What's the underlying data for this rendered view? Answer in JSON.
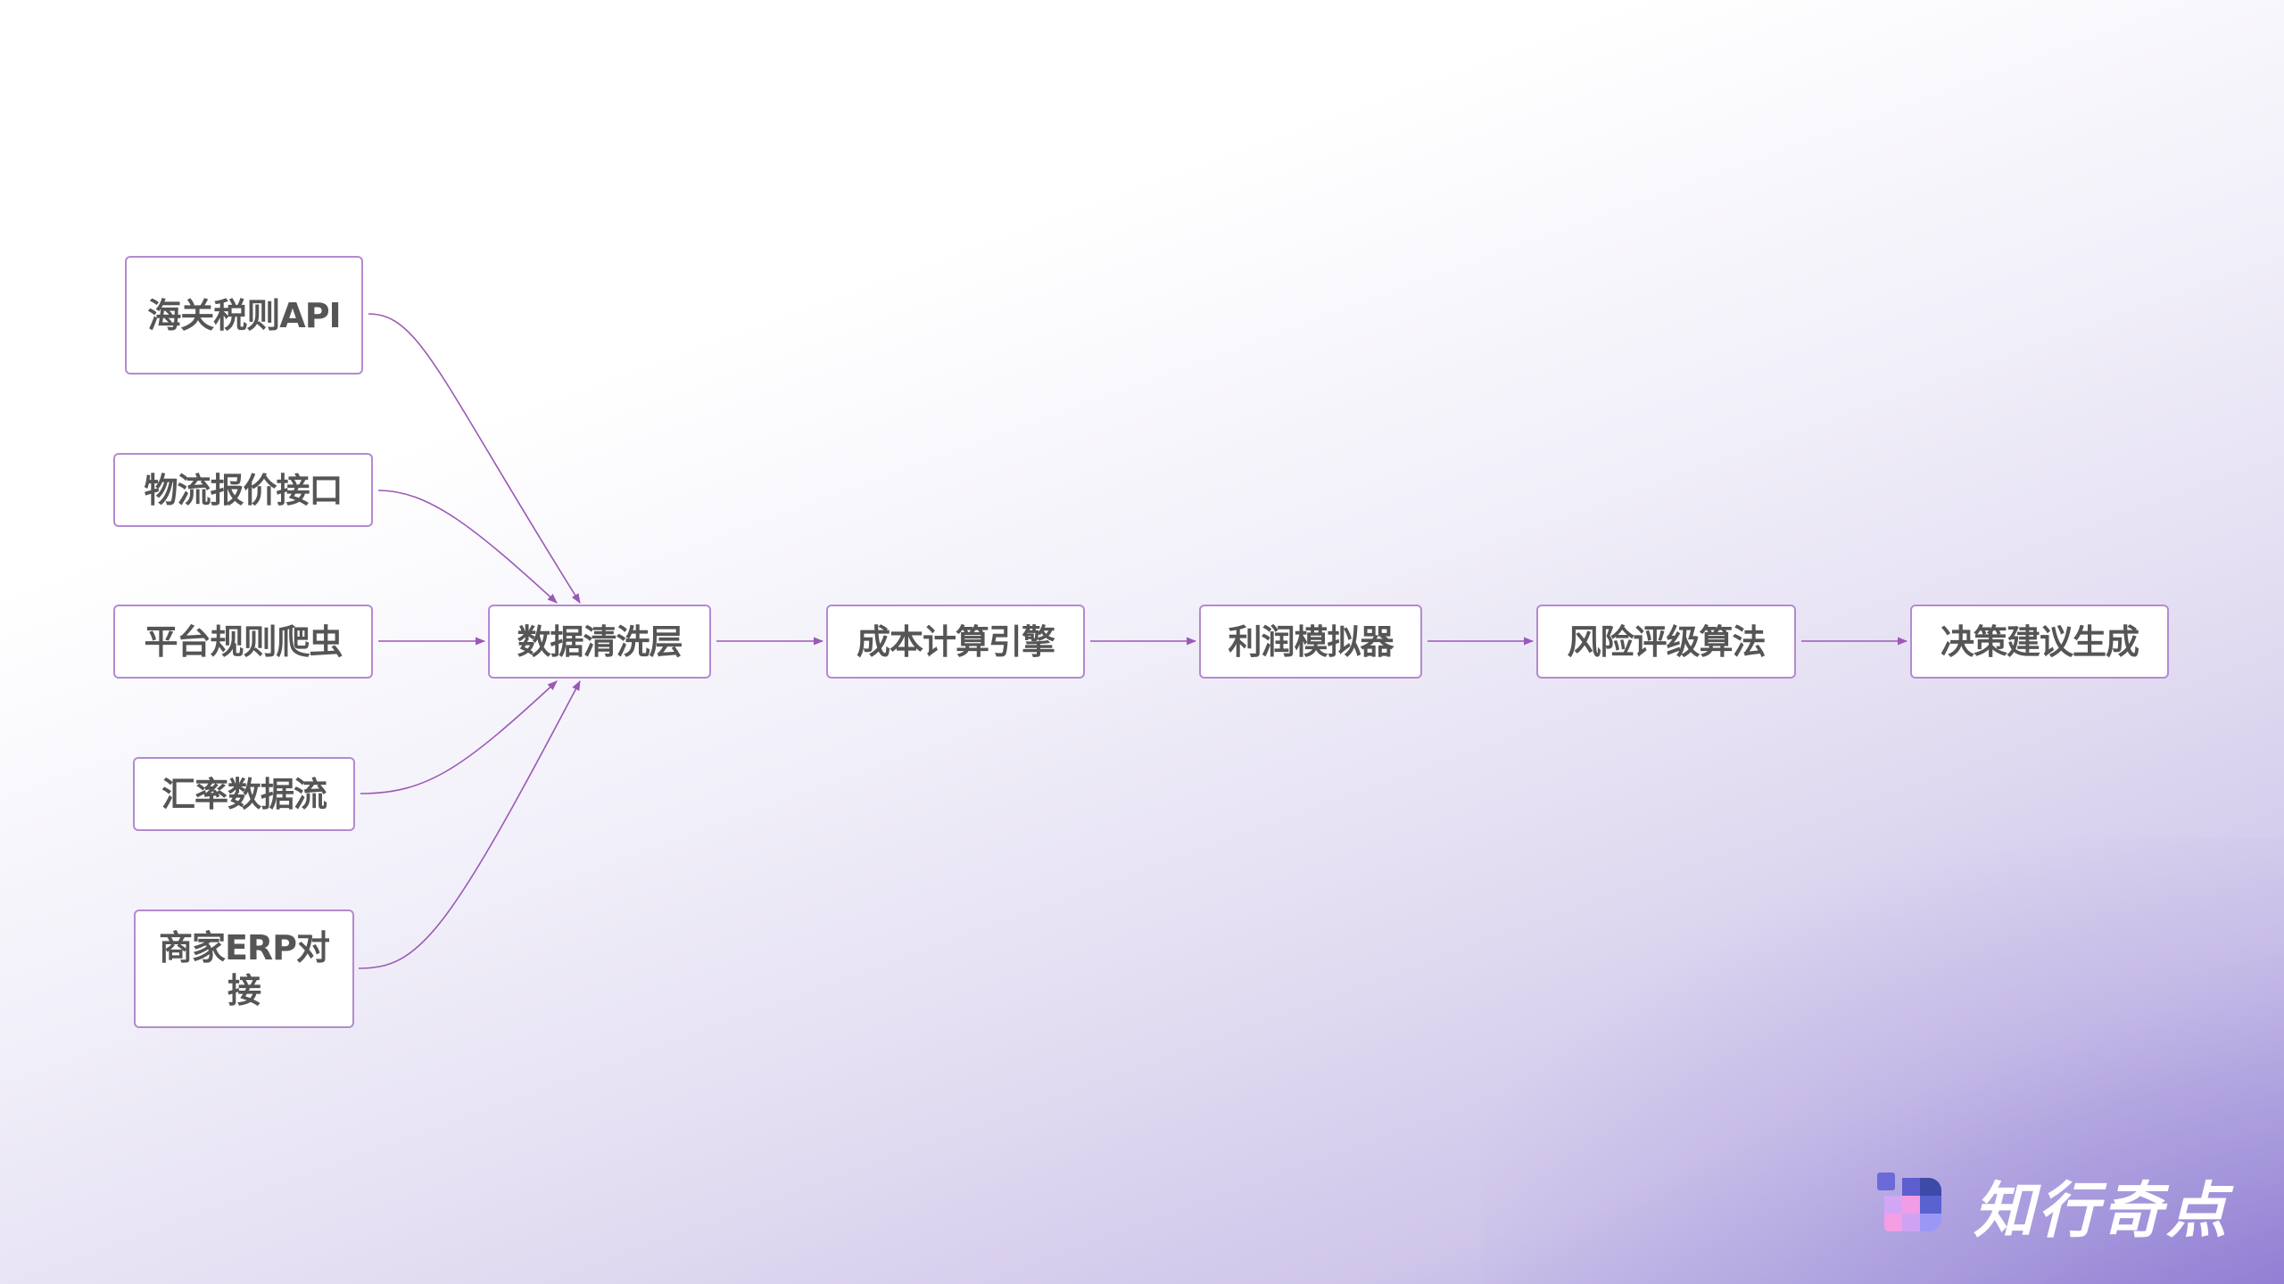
{
  "diagram": {
    "sources": [
      {
        "label": "海关税则API"
      },
      {
        "label": "物流报价接口"
      },
      {
        "label": "平台规则爬虫"
      },
      {
        "label": "汇率数据流"
      },
      {
        "label": "商家ERP对接"
      }
    ],
    "pipeline": [
      {
        "label": "数据清洗层"
      },
      {
        "label": "成本计算引擎"
      },
      {
        "label": "利润模拟器"
      },
      {
        "label": "风险评级算法"
      },
      {
        "label": "决策建议生成"
      }
    ],
    "edges": [
      {
        "from": "海关税则API",
        "to": "数据清洗层"
      },
      {
        "from": "物流报价接口",
        "to": "数据清洗层"
      },
      {
        "from": "平台规则爬虫",
        "to": "数据清洗层"
      },
      {
        "from": "汇率数据流",
        "to": "数据清洗层"
      },
      {
        "from": "商家ERP对接",
        "to": "数据清洗层"
      },
      {
        "from": "数据清洗层",
        "to": "成本计算引擎"
      },
      {
        "from": "成本计算引擎",
        "to": "利润模拟器"
      },
      {
        "from": "利润模拟器",
        "to": "风险评级算法"
      },
      {
        "from": "风险评级算法",
        "to": "决策建议生成"
      }
    ],
    "colors": {
      "edge": "#9b59b6",
      "node_border": "#b48ad0",
      "node_text": "#555555",
      "node_fill": "#ffffff"
    }
  },
  "brand": {
    "name": "知行奇点",
    "icon": "pixel-grid-logo-icon"
  }
}
